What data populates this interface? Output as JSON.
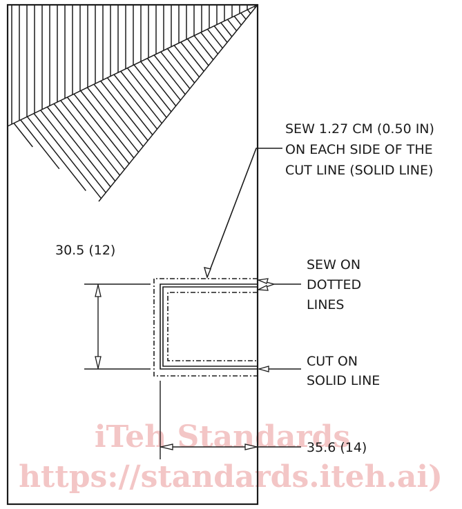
{
  "diagram": {
    "notes": {
      "sew_instruction": [
        "SEW 1.27 CM (0.50 IN)",
        "ON EACH SIDE OF THE",
        "CUT LINE (SOLID LINE)"
      ],
      "sew_dotted": [
        "SEW ON",
        "DOTTED",
        "LINES"
      ],
      "cut_solid": [
        "CUT ON",
        "SOLID LINE"
      ]
    },
    "dimensions": {
      "height": "30.5 (12)",
      "width": "35.6 (14)"
    }
  },
  "watermark": {
    "line1": "iTeh Standards",
    "line2": "https://standards.iteh.ai)"
  }
}
